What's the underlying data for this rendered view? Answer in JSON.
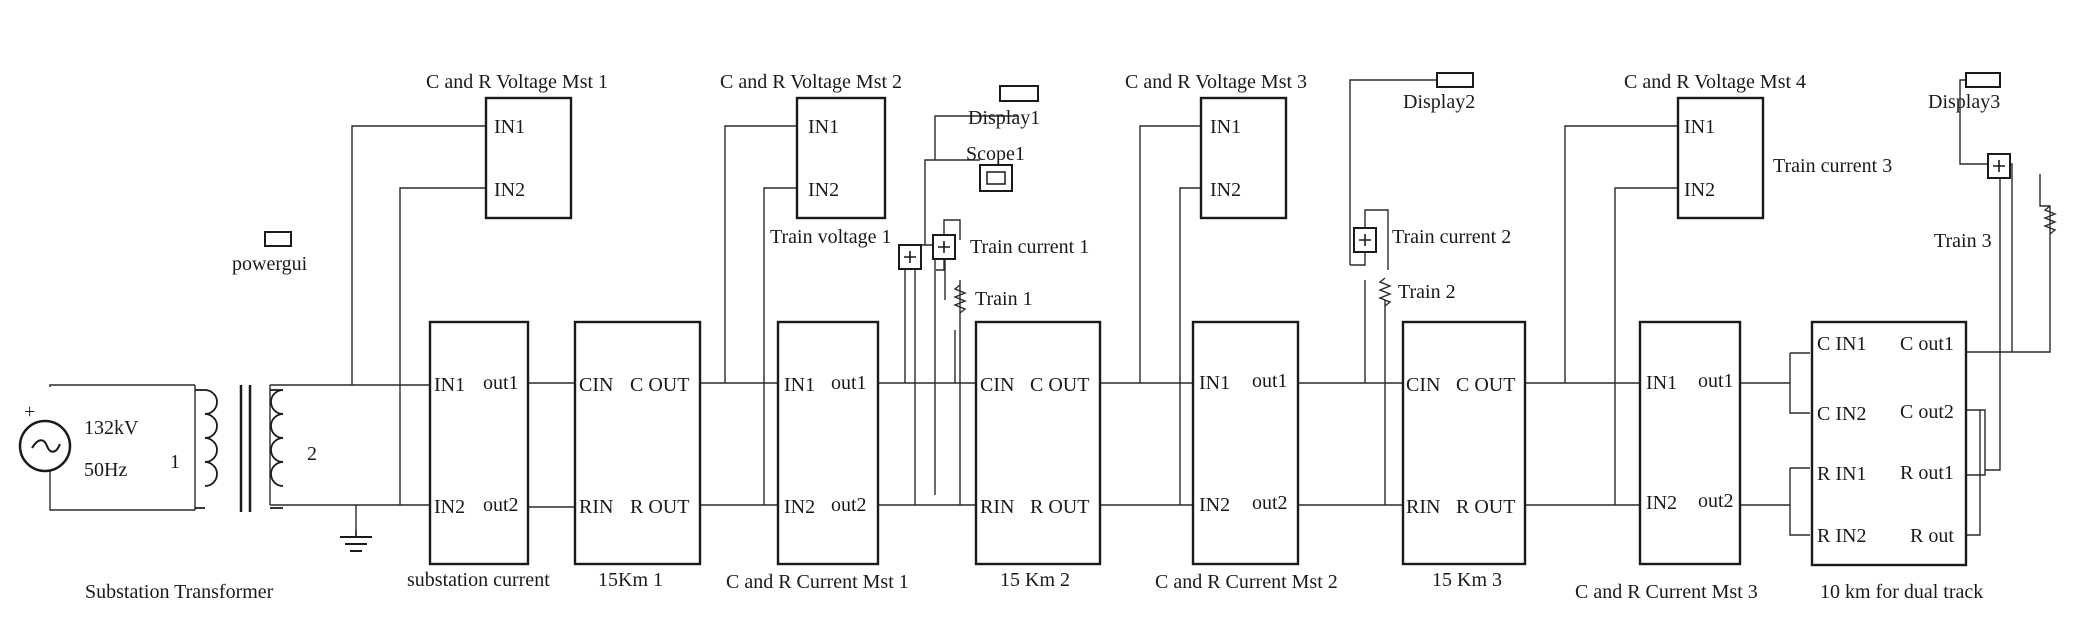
{
  "source": {
    "amplitude": "132kV",
    "frequency": "50Hz",
    "polarity": "+"
  },
  "transformer": {
    "label": "Substation Transformer",
    "winding1": "1",
    "winding2": "2"
  },
  "powergui": {
    "label": "powergui"
  },
  "substation": {
    "label": "substation current",
    "in1": "IN1",
    "in2": "IN2",
    "out1": "out1",
    "out2": "out2"
  },
  "voltage_msts": [
    {
      "label": "C and R Voltage Mst 1",
      "in1": "IN1",
      "in2": "IN2"
    },
    {
      "label": "C and R Voltage Mst 2",
      "in1": "IN1",
      "in2": "IN2"
    },
    {
      "label": "C and R Voltage Mst 3",
      "in1": "IN1",
      "in2": "IN2"
    },
    {
      "label": "C and R Voltage Mst 4",
      "in1": "IN1",
      "in2": "IN2"
    }
  ],
  "lines": [
    {
      "label": "15Km 1",
      "cin": "CIN",
      "cout": "C OUT",
      "rin": "RIN",
      "rout": "R OUT"
    },
    {
      "label": "15 Km 2",
      "cin": "CIN",
      "cout": "C OUT",
      "rin": "RIN",
      "rout": "R OUT"
    },
    {
      "label": "15 Km 3",
      "cin": "CIN",
      "cout": "C OUT",
      "rin": "RIN",
      "rout": "R OUT"
    }
  ],
  "current_msts": [
    {
      "label": "C and R Current Mst 1",
      "in1": "IN1",
      "in2": "IN2",
      "out1": "out1",
      "out2": "out2"
    },
    {
      "label": "C and R Current Mst 2",
      "in1": "IN1",
      "in2": "IN2",
      "out1": "out1",
      "out2": "out2"
    },
    {
      "label": "C and R Current Mst 3",
      "in1": "IN1",
      "in2": "IN2",
      "out1": "out1",
      "out2": "out2"
    }
  ],
  "dual_track": {
    "label": "10 km for dual track",
    "c_in1": "C IN1",
    "c_in2": "C IN2",
    "r_in1": "R IN1",
    "r_in2": "R IN2",
    "c_out1": "C out1",
    "c_out2": "C out2",
    "r_out1": "R out1",
    "r_out": "R out"
  },
  "displays": {
    "display1": "Display1",
    "display2": "Display2",
    "display3": "Display3"
  },
  "scope": {
    "label": "Scope1"
  },
  "sensors": {
    "train_voltage_1": "Train voltage 1",
    "train_current_1": "Train current 1",
    "train_current_2": "Train current 2",
    "train_current_3": "Train current 3"
  },
  "trains": {
    "train1": "Train 1",
    "train2": "Train 2",
    "train3": "Train 3"
  },
  "icons": {
    "source": "ac-source-icon",
    "ground": "ground-icon",
    "coil": "coil-icon",
    "sensor": "plus-sensor-icon",
    "resistor": "resistor-icon"
  },
  "colors": {
    "line": "#1a1a1a",
    "background": "#ffffff"
  }
}
